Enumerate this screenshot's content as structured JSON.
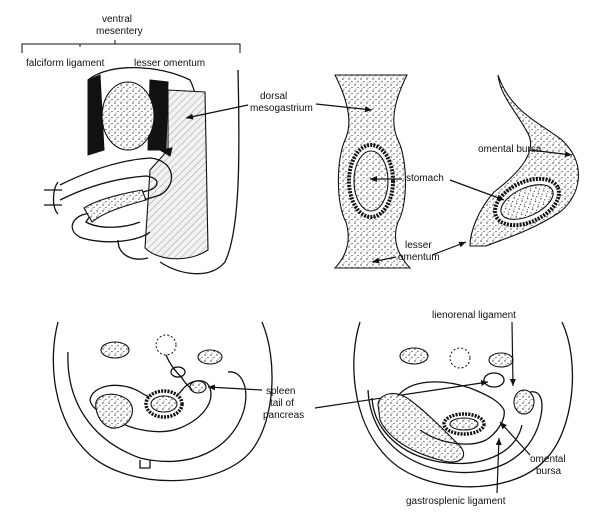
{
  "labels": {
    "ventral_mesentery_1": "ventral",
    "ventral_mesentery_2": "mesentery",
    "falciform_ligament": "falciform ligament",
    "lesser_omentum_top": "lesser omentum",
    "dorsal_mesogastrium_1": "dorsal",
    "dorsal_mesogastrium_2": "mesogastrium",
    "omental_bursa_top": "omental bursa",
    "stomach": "stomach",
    "lesser_omentum_bottom_1": "lesser",
    "lesser_omentum_bottom_2": "omentum",
    "lienorenal_ligament": "lienorenal ligament",
    "spleen": "spleen",
    "tail_of_pancreas_1": "tail of",
    "tail_of_pancreas_2": "pancreas",
    "omental_bursa_bottom_1": "omental",
    "omental_bursa_bottom_2": "bursa",
    "gastrosplenic_ligament": "gastrosplenic ligament"
  },
  "colors": {
    "ink": "#111111",
    "background": "#ffffff"
  }
}
